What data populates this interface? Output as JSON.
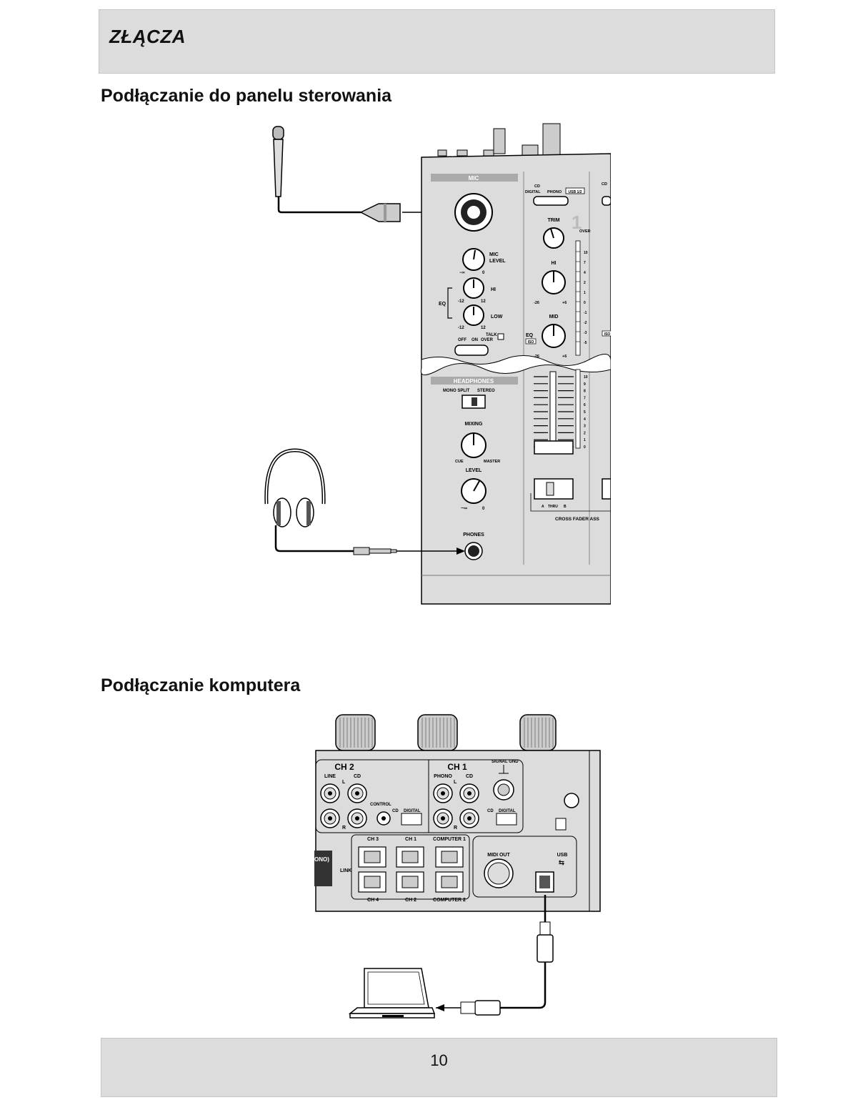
{
  "header": {
    "title": "ZŁĄCZA"
  },
  "sections": [
    {
      "heading": "Podłączanie do panelu sterowania"
    },
    {
      "heading": "Podłączanie  komputera"
    }
  ],
  "control_panel": {
    "mic_label": "MIC",
    "mic_level": "MIC LEVEL",
    "mic_level_1": "MIC",
    "mic_level_2": "LEVEL",
    "hi": "HI",
    "low": "LOW",
    "eq": "EQ",
    "talk_over": "TALK OVER",
    "talk": "TALK",
    "switch_off": "OFF",
    "switch_on": "ON",
    "switch_over": "OVER",
    "headphones": "HEADPHONES",
    "mono_split": "MONO SPLIT",
    "stereo": "STEREO",
    "mixing": "MIXING",
    "cue": "CUE",
    "master": "MASTER",
    "level": "LEVEL",
    "phones": "PHONES",
    "cd": "CD",
    "digital": "DIGITAL",
    "phono": "PHONO",
    "usb": "USB 1/2",
    "channel_number": "1",
    "trim": "TRIM",
    "mid": "MID",
    "over": "OVER",
    "iso": "ISO",
    "cross_fader_assign": "CROSS FADER ASS",
    "thru_a": "A",
    "thru": "THRU",
    "thru_b": "B",
    "minus_inf": "−∞",
    "zero": "0",
    "m12": "-12",
    "p12": "12",
    "m26": "-26",
    "p6": "+6",
    "meter_upper": [
      "10",
      "7",
      "4",
      "2",
      "1",
      "0",
      "-1",
      "-2",
      "-3",
      "-5"
    ],
    "meter_lower": [
      "10",
      "9",
      "8",
      "7",
      "6",
      "5",
      "4",
      "3",
      "2",
      "1",
      "0"
    ]
  },
  "rear_panel": {
    "ch2": "CH 2",
    "ch1": "CH 1",
    "line": "LINE",
    "cd": "CD",
    "phono": "PHONO",
    "l": "L",
    "r": "R",
    "control": "CONTROL",
    "digital": "DIGITAL",
    "signal_gnd": "SIGNAL GND",
    "ch3": "CH 3",
    "ch4": "CH 4",
    "ch1_link": "CH 1",
    "ch2_link": "CH 2",
    "computer1": "COMPUTER 1",
    "computer2": "COMPUTER 2",
    "link": "LINK",
    "mono": "ONO)",
    "midi_out": "MIDI OUT",
    "usb": "USB"
  },
  "footer": {
    "page_number": "10"
  }
}
